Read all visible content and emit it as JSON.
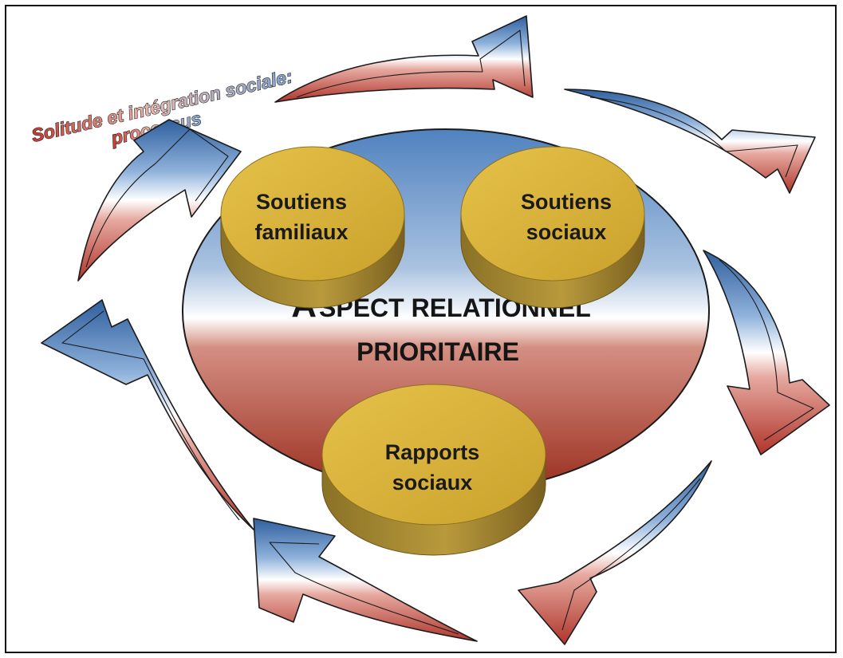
{
  "title": {
    "line1": "Solitude et intégration sociale:",
    "line2": "processus"
  },
  "center": {
    "line1_initial": "A",
    "line1_rest": "SPECT RELATIONNEL",
    "line2": "PRIORITAIRE"
  },
  "discs": {
    "family": {
      "line1": "Soutiens",
      "line2": "familiaux"
    },
    "social_support": {
      "line1": "Soutiens",
      "line2": "sociaux"
    },
    "relations": {
      "line1": "Rapports",
      "line2": "sociaux"
    }
  },
  "colors": {
    "arrow_blue": "#3d6fae",
    "arrow_red": "#b23a2e",
    "disc_gold": "#d8b53a",
    "ellipse_blue": "#6b95c8",
    "ellipse_red": "#a83322"
  }
}
